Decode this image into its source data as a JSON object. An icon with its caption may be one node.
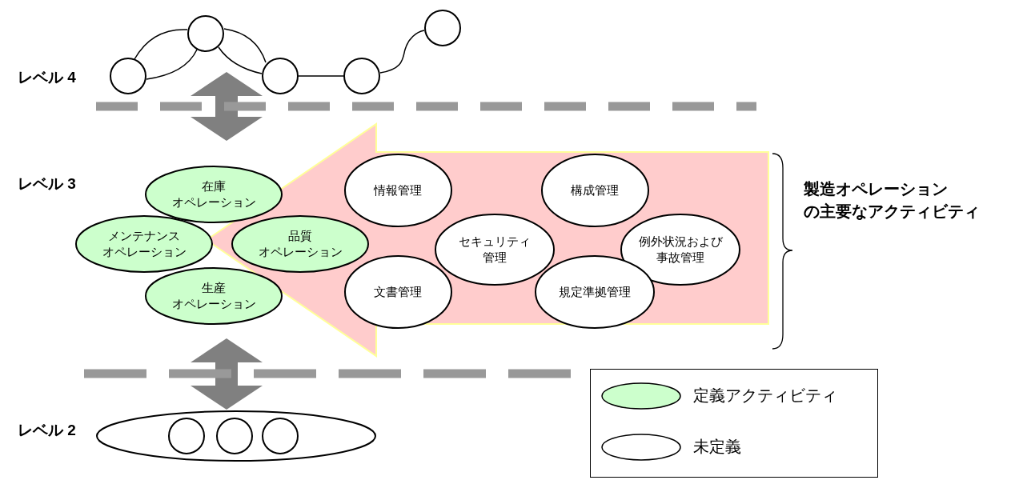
{
  "diagram": {
    "nodes": [
      {
        "text": [],
        "shape": "circle"
      },
      {
        "text": [],
        "shape": "circle"
      },
      {
        "text": [],
        "shape": "circle"
      },
      {
        "text": [],
        "shape": "circle"
      },
      {
        "text": [],
        "shape": "circle"
      },
      {
        "text": [
          "在庫オペレーション"
        ]
      },
      {
        "text": [
          "メンテナンスオペレーション"
        ]
      },
      {
        "text": [
          "品質オペレーション"
        ]
      },
      {
        "text": [
          "生産オペレーション"
        ]
      },
      {
        "text": [
          "情報管理"
        ]
      },
      {
        "text": [
          "構成管理"
        ]
      },
      {
        "text": [
          "セキュリティ管理"
        ]
      },
      {
        "text": [
          "例外状況および事故管理"
        ]
      },
      {
        "text": [
          "文書管理"
        ]
      },
      {
        "text": [
          "規定準拠管理"
        ]
      },
      {
        "text": [],
        "shape": "ellipse"
      },
      {
        "text": [],
        "shape": "circle",
        "in": 15
      },
      {
        "text": [],
        "shape": "circle",
        "in": 15
      },
      {
        "text": [],
        "shape": "circle",
        "in": 15
      }
    ],
    "edges": [
      {
        "from": 0,
        "to": 1,
        "arrow": "none"
      },
      {
        "from": 0,
        "to": 1,
        "arrow": "none"
      },
      {
        "from": 1,
        "to": 2,
        "arrow": "none"
      },
      {
        "from": 1,
        "to": 2,
        "arrow": "none"
      },
      {
        "from": 2,
        "to": 3,
        "arrow": "none"
      },
      {
        "from": 3,
        "to": 4,
        "arrow": "none"
      },
      {
        "from": 1,
        "to": 5,
        "arrow": "both",
        "style": "thick",
        "color": "#808080"
      },
      {
        "from": 12,
        "to": 6,
        "arrow": "to",
        "style": "thick",
        "color": "#ffcccc"
      },
      {
        "from": 8,
        "to": 15,
        "arrow": "both",
        "style": "thick",
        "color": "#808080"
      }
    ],
    "labels": [
      "レベル 4",
      "レベル 3",
      "製造オペレーションの主要なアクティビティ",
      "レベル 2"
    ],
    "legend": [
      {
        "text": "定義アクティビティ",
        "color": "#ccffcc"
      },
      {
        "text": "未定義"
      }
    ]
  }
}
